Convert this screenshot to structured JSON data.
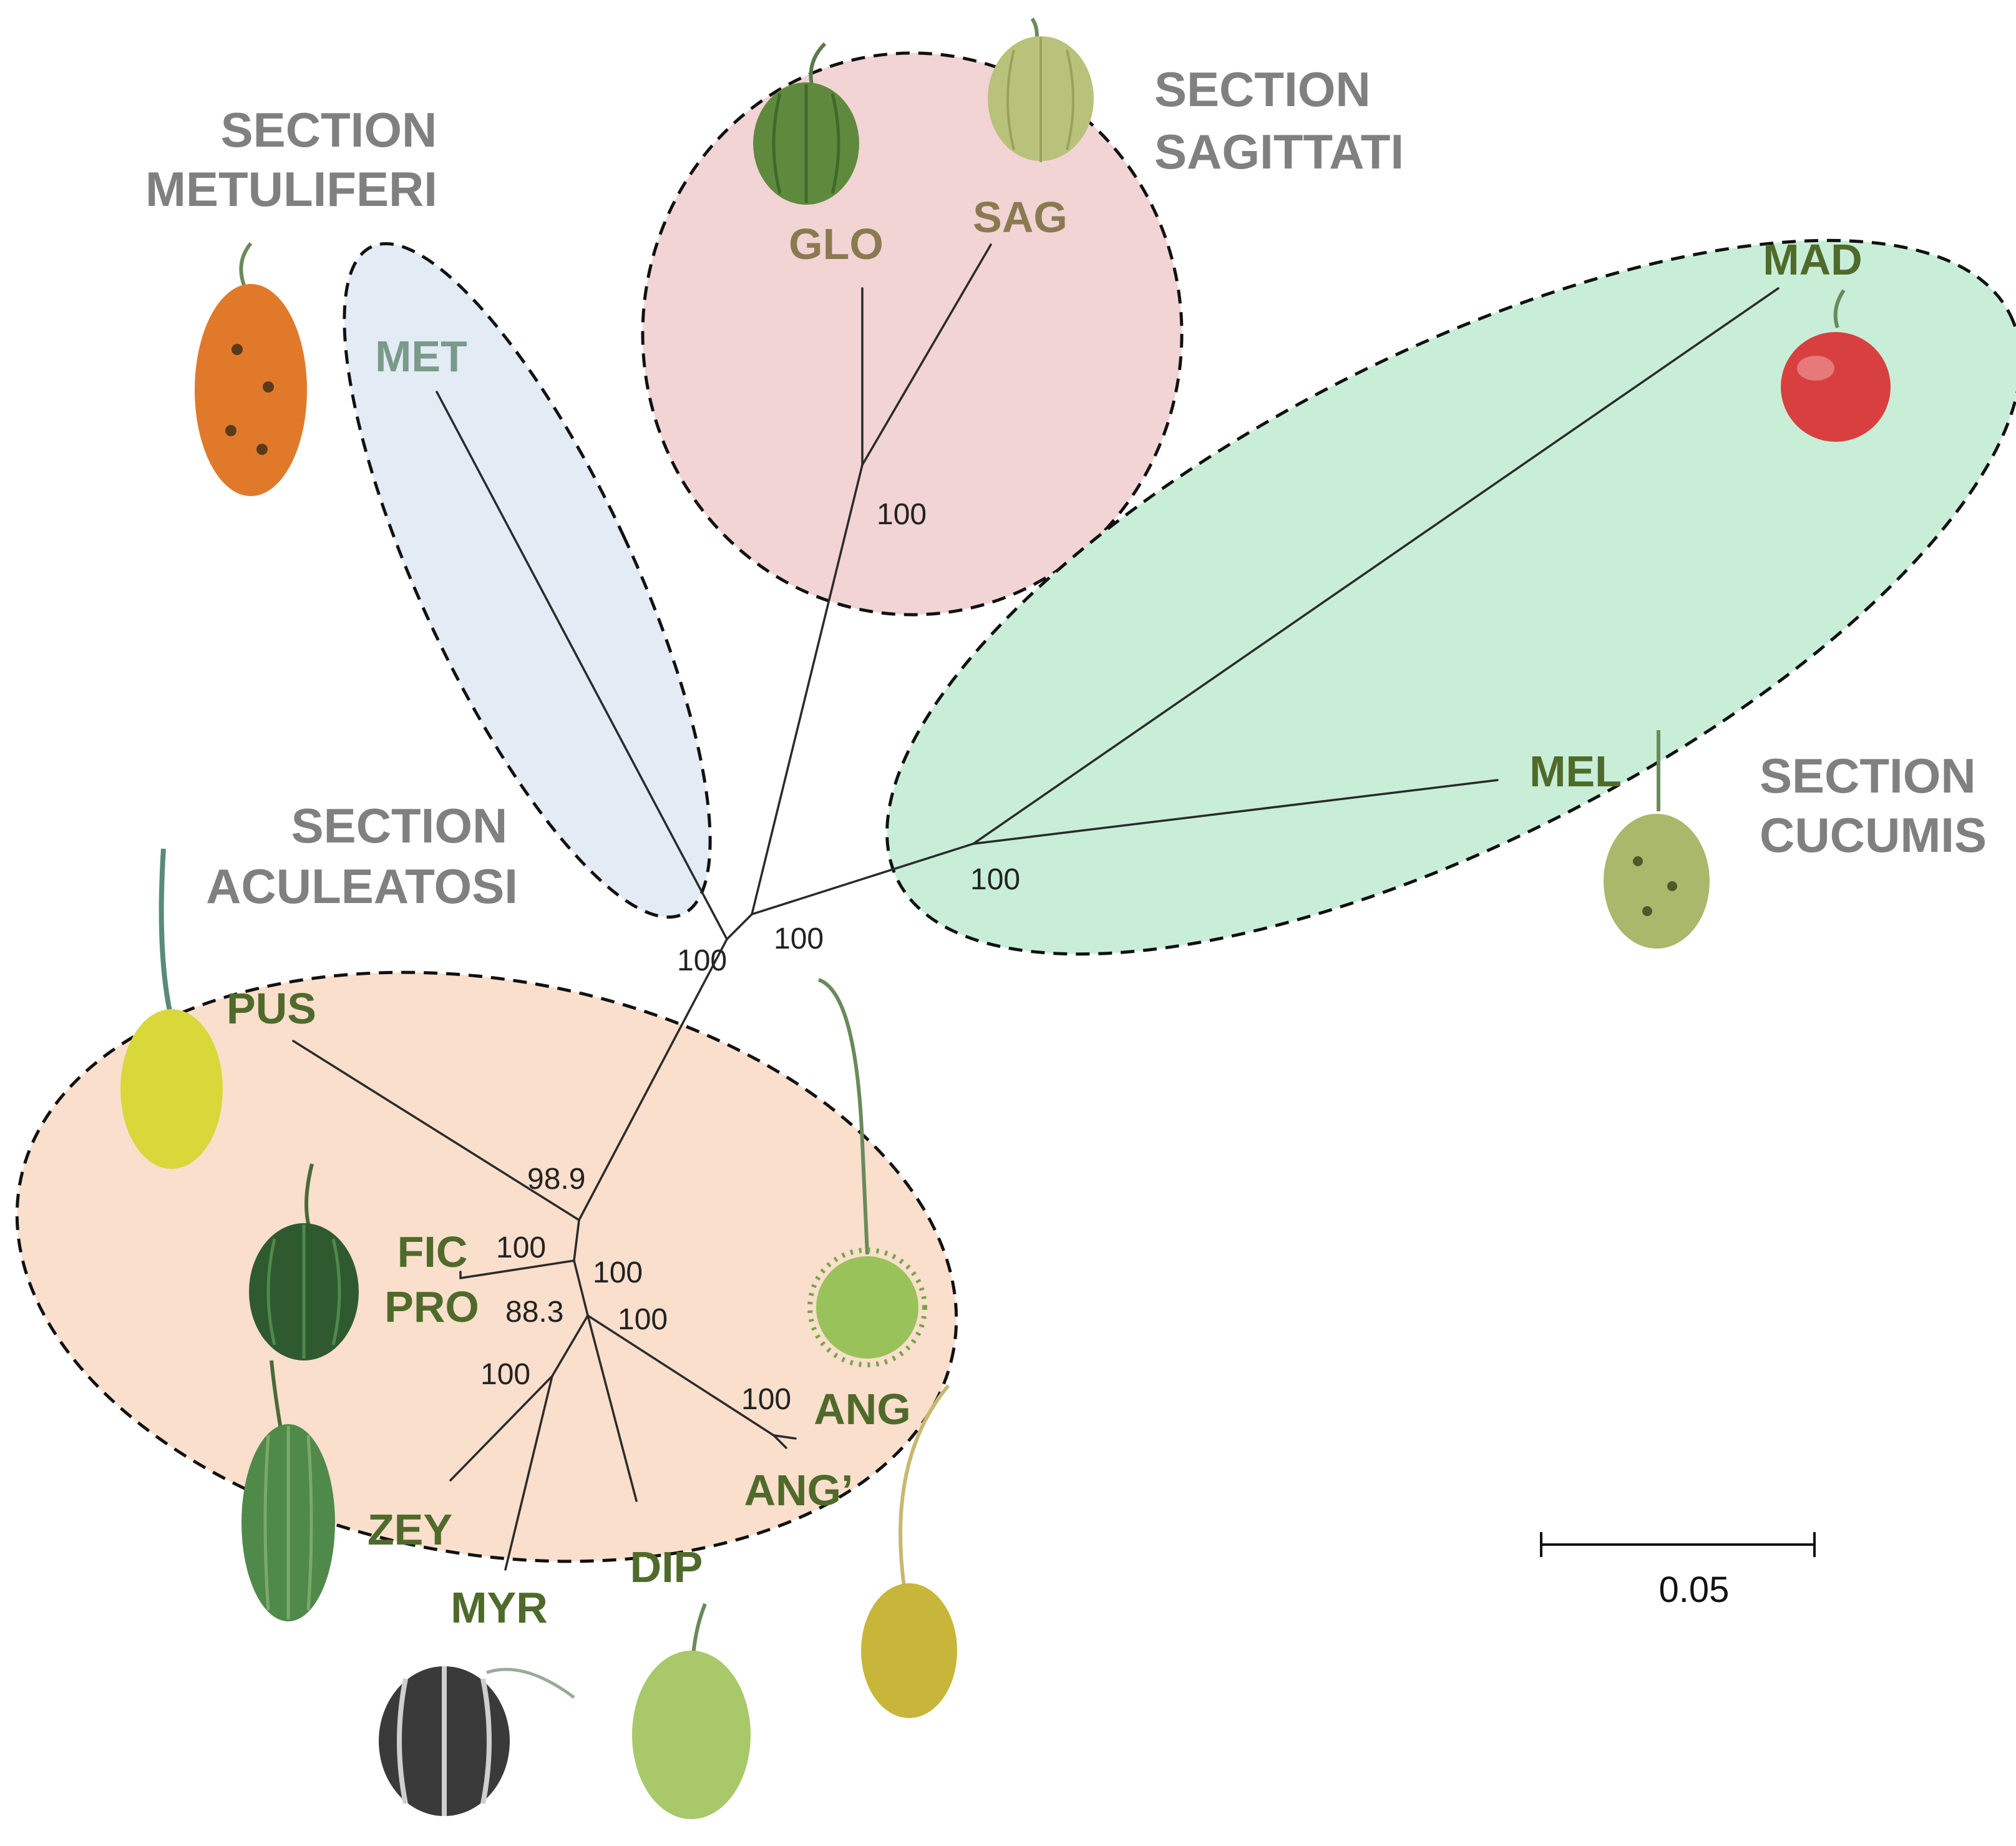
{
  "sections": {
    "metuliferi": {
      "line1": "SECTION",
      "line2": "METULIFERI",
      "color": "#e3ebf5"
    },
    "sagittati": {
      "line1": "SECTION",
      "line2": "SAGITTATI",
      "color": "#f2d4d4"
    },
    "cucumis": {
      "line1": "SECTION",
      "line2": "CUCUMIS",
      "color": "#c8eed8"
    },
    "aculeatosi": {
      "line1": "SECTION",
      "line2": "ACULEATOSI",
      "color": "#f9dfcc"
    }
  },
  "taxa": {
    "met": {
      "label": "MET",
      "color": "#7a9a8a"
    },
    "glo": {
      "label": "GLO",
      "color": "#8a7a50"
    },
    "sag": {
      "label": "SAG",
      "color": "#8a7a50"
    },
    "mad": {
      "label": "MAD",
      "color": "#4f6a2a"
    },
    "mel": {
      "label": "MEL",
      "color": "#4f6a2a"
    },
    "pus": {
      "label": "PUS",
      "color": "#4f6a2a"
    },
    "fic": {
      "label": "FIC",
      "color": "#4f6a2a"
    },
    "pro": {
      "label": "PRO",
      "color": "#4f6a2a"
    },
    "zey": {
      "label": "ZEY",
      "color": "#4f6a2a"
    },
    "myr": {
      "label": "MYR",
      "color": "#4f6a2a"
    },
    "dip": {
      "label": "DIP",
      "color": "#4f6a2a"
    },
    "ang": {
      "label": "ANG",
      "color": "#4f6a2a"
    },
    "ang2": {
      "label": "ANG’",
      "color": "#4f6a2a"
    }
  },
  "support": {
    "sagittati": "100",
    "cucumis": "100",
    "root_left": "100",
    "root_right": "100",
    "pus": "98.9",
    "fic_pro": "100",
    "inner": "100",
    "pro_node": "88.3",
    "ang_clade": "100",
    "zey_myr": "100",
    "ang_pair": "100"
  },
  "scale_bar": {
    "label": "0.05"
  },
  "fruit_colors": {
    "met": "#e07a2a",
    "glo": "#5f8a3e",
    "sag": "#b9c27a",
    "mad": "#d84040",
    "mel": "#a9b86a",
    "pus": "#d8d83a",
    "fic": "#2f5a2f",
    "zey": "#4f8a4a",
    "myr": "#3a3a3a",
    "dip": "#a8c86a",
    "ang": "#9ac25a",
    "ang2": "#c8b63a"
  }
}
